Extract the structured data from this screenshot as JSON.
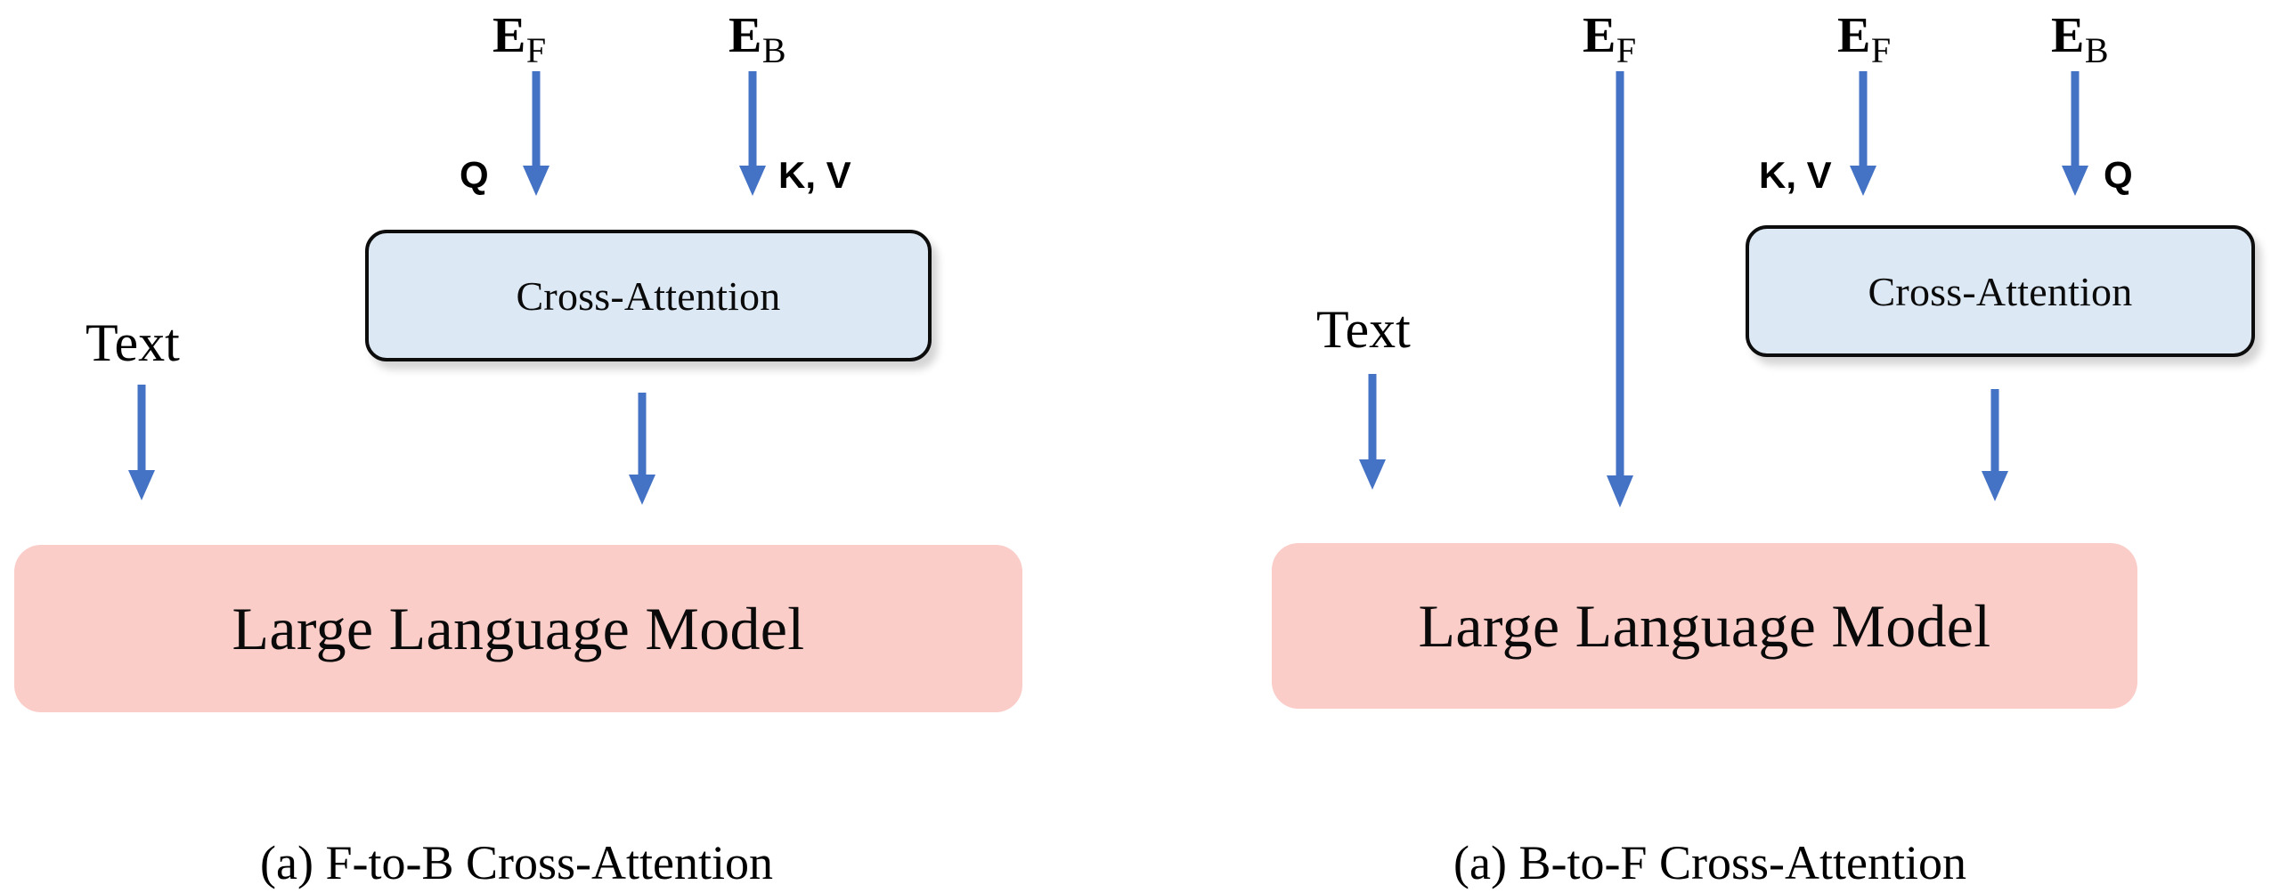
{
  "figure": {
    "background_color": "#ffffff",
    "arrow_color": "#4472C4",
    "cross_attention_fill": "#dce8f4",
    "cross_attention_border": "#0d0d0d",
    "llm_fill": "#fbcdc9",
    "text_color": "#000000"
  },
  "panels": [
    {
      "id": "f-to-b",
      "caption": "(a) F-to-B Cross-Attention",
      "block_cross_attention": "Cross-Attention",
      "block_llm": "Large Language Model",
      "text_label": "Text",
      "inputs": [
        {
          "name": "e-f",
          "symbol": "E",
          "subscript": "F",
          "role": "Q",
          "role_side": "left"
        },
        {
          "name": "e-b",
          "symbol": "E",
          "subscript": "B",
          "role": "K, V",
          "role_side": "right"
        }
      ]
    },
    {
      "id": "b-to-f",
      "caption": "(a) B-to-F Cross-Attention",
      "block_cross_attention": "Cross-Attention",
      "block_llm": "Large Language Model",
      "text_label": "Text",
      "inputs": [
        {
          "name": "e-f-direct",
          "symbol": "E",
          "subscript": "F",
          "role": "",
          "role_side": "none"
        },
        {
          "name": "e-f",
          "symbol": "E",
          "subscript": "F",
          "role": "K, V",
          "role_side": "left"
        },
        {
          "name": "e-b",
          "symbol": "E",
          "subscript": "B",
          "role": "Q",
          "role_side": "right"
        }
      ]
    }
  ]
}
